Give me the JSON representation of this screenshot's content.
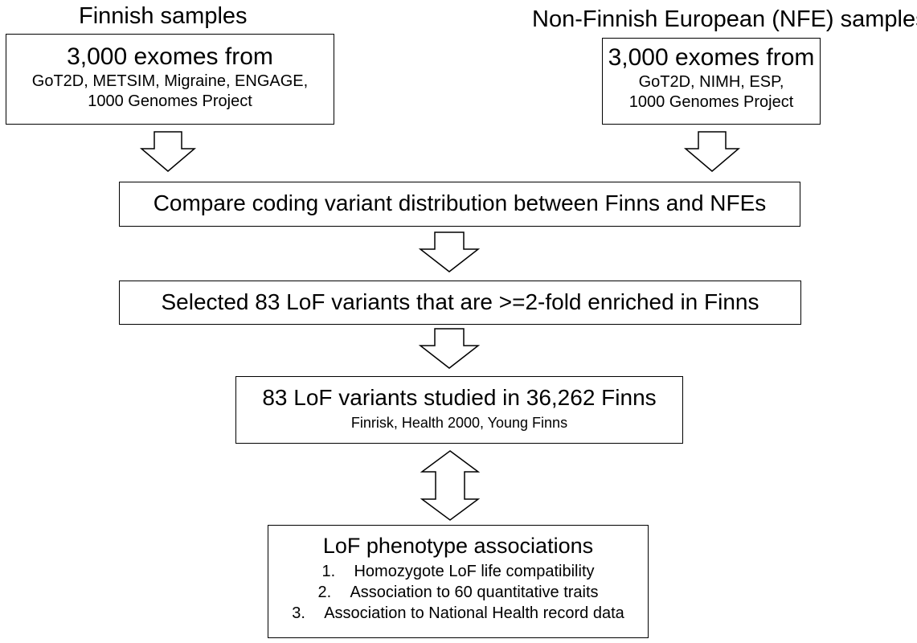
{
  "finnish": {
    "heading": "Finnish samples",
    "box_title": "3,000 exomes from",
    "box_line1": "GoT2D, METSIM, Migraine, ENGAGE,",
    "box_line2": "1000 Genomes Project"
  },
  "nfe": {
    "heading": "Non-Finnish European (NFE) samples",
    "box_title": "3,000 exomes from",
    "box_line1": "GoT2D, NIMH, ESP,",
    "box_line2": "1000 Genomes Project"
  },
  "compare": {
    "text": "Compare coding variant distribution between Finns and NFEs"
  },
  "selected": {
    "text": "Selected 83 LoF variants that are >=2-fold enriched in Finns"
  },
  "studied": {
    "title": "83 LoF variants studied in 36,262 Finns",
    "subtitle": "Finrisk, Health 2000, Young Finns"
  },
  "associations": {
    "title": "LoF phenotype associations",
    "items": [
      {
        "num": "1.",
        "text": "Homozygote LoF life compatibility"
      },
      {
        "num": "2.",
        "text": "Association to 60 quantitative traits"
      },
      {
        "num": "3.",
        "text": "Association to National Health record data"
      }
    ]
  }
}
